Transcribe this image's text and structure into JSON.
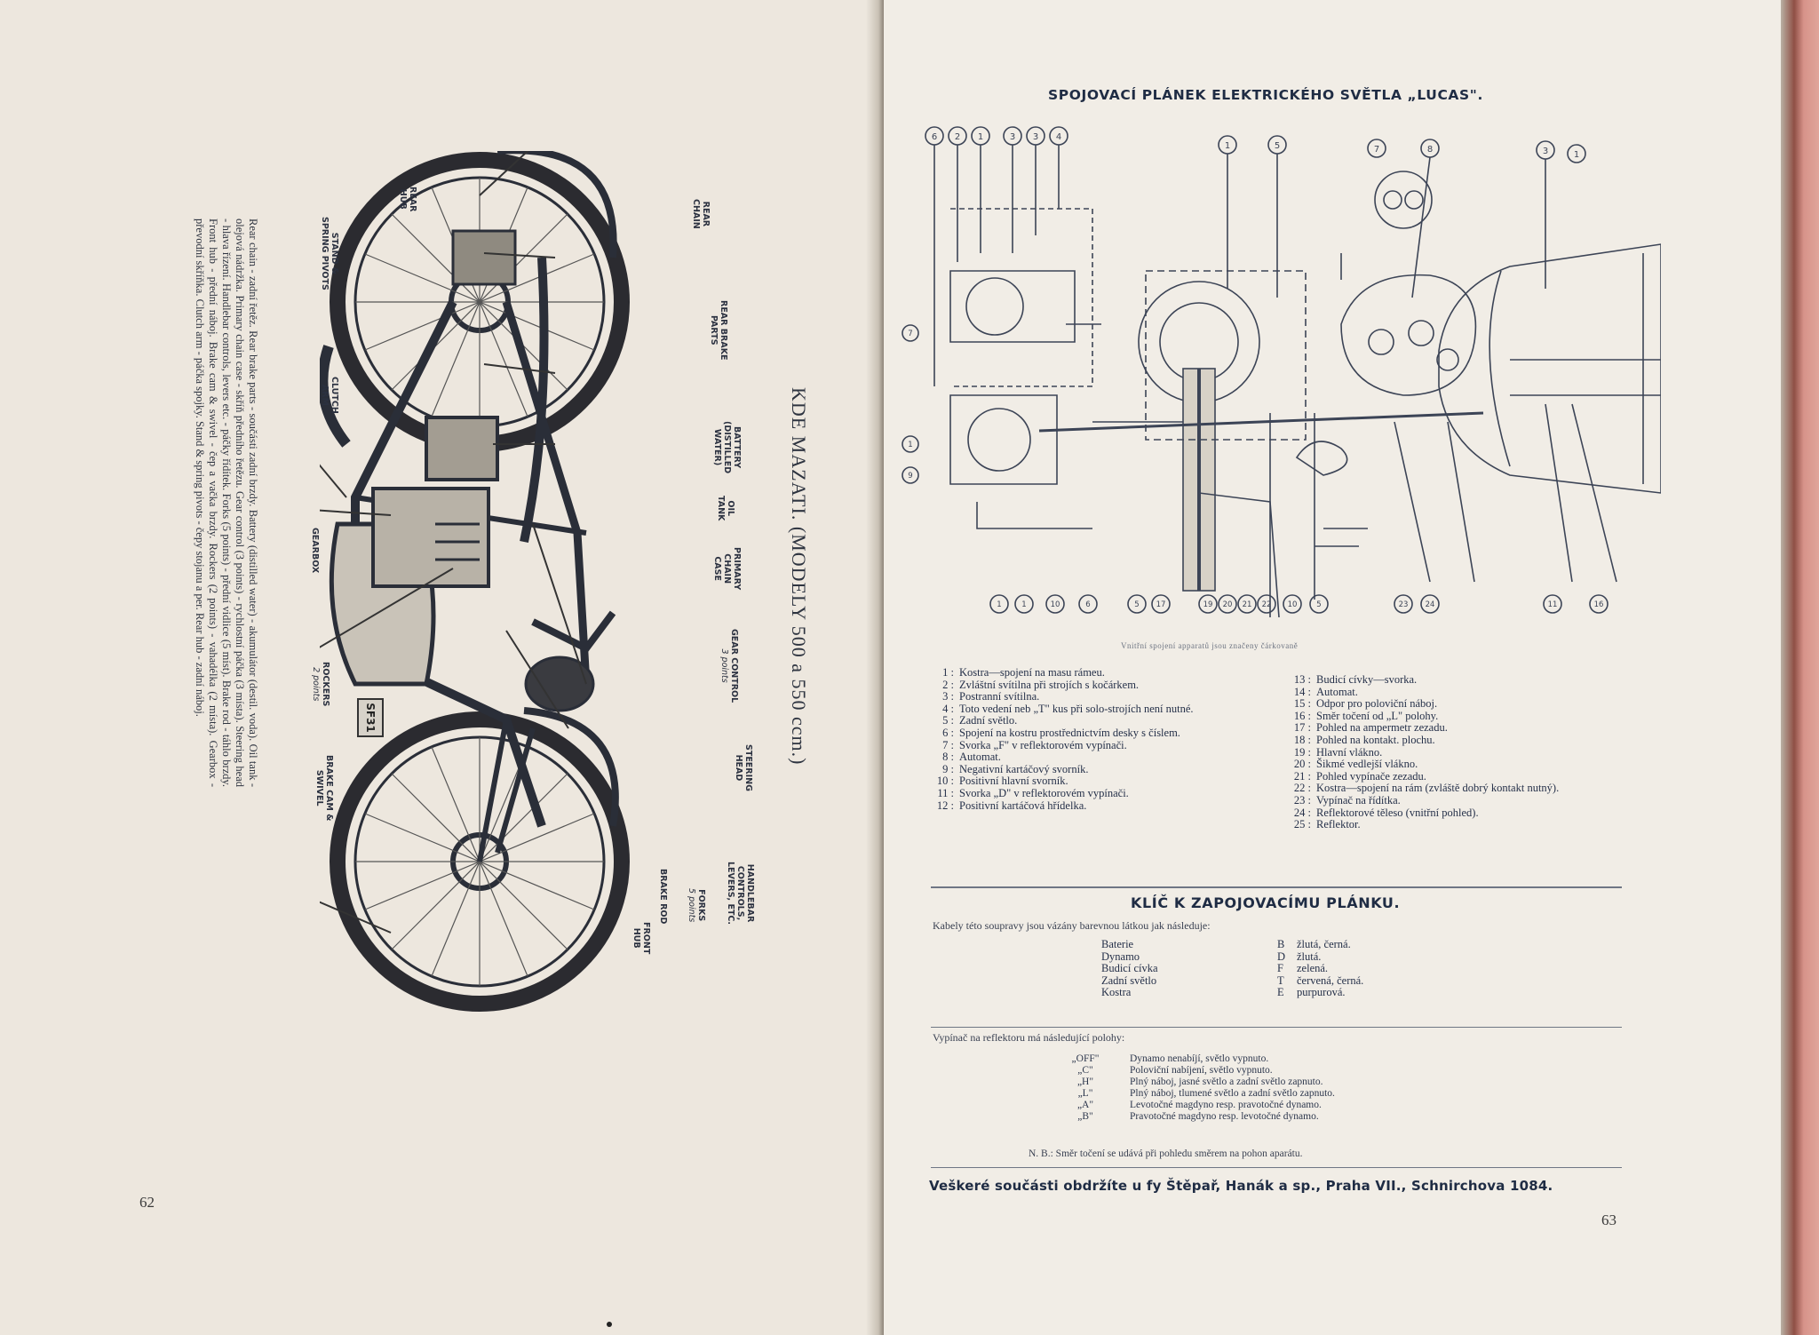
{
  "left_page": {
    "page_number": "62",
    "heading": "KDE MAZATI. (MODELY 500 a 550 ccm.)",
    "figure_badge": "SF31",
    "labels": {
      "rear_chain": "REAR\nCHAIN",
      "rear_hub": "REAR\nHUB",
      "stand_spring_pivots": "STAND &\nSPRING PIVOTS",
      "rear_brake_parts": "REAR BRAKE\nPARTS",
      "clutch_arm": "CLUTCH\nARM",
      "battery": "BATTERY\n(DISTILLED\nWATER)",
      "oil_tank": "OIL\nTANK",
      "gearbox": "GEARBOX",
      "primary_chain_case": "PRIMARY\nCHAIN\nCASE",
      "gear_control": "GEAR CONTROL",
      "gear_control_points": "3 points",
      "rockers": "ROCKERS",
      "rockers_points": "2 points",
      "steering_head": "STEERING\nHEAD",
      "brake_cam_swivel": "BRAKE CAM &\nSWIVEL",
      "handlebar_controls": "HANDLEBAR\nCONTROLS,\nLEVERS, ETC.",
      "forks": "FORKS",
      "forks_points": "5 points",
      "brake_rod": "BRAKE ROD",
      "front_hub": "FRONT\nHUB"
    },
    "caption": "Rear chain - zadní řetěz. Rear brake parts - součásti zadní brzdy. Battery (distilled water) - akumulátor (destil. voda). Oil tank - olejová nádržka. Primary chain case - skříň předního řetězu. Gear control (3 points) - rychlostní páčka (3 místa). Steering head - hlava řízení. Handlebar controls, levers etc. - páčky řídítek. Forks (5 points) - přední vidlice (5 míst). Brake rod - táhlo brzdy. Front hub - přední náboj. Brake cam & swivel - čep a vačka brzdy. Rockers (2 points) - vahadélka (2 místa). Gearbox - převodní skříňka. Clutch arm - páčka spojky. Stand & spring pivots - čepy stojanu a per. Rear hub - zadní náboj."
  },
  "right_page": {
    "page_number": "63",
    "title": "SPOJOVACÍ PLÁNEK ELEKTRICKÉHO SVĚTLA „LUCAS\".",
    "diagram_caption": "Vnitřní spojení apparatů jsou značeny čárkovaně",
    "diagram_top_labels": [
      "6",
      "2",
      "1",
      "3",
      "3",
      "4",
      "1",
      "5",
      "7",
      "8",
      "3",
      "1"
    ],
    "diagram_side_labels": [
      "7",
      "1",
      "9"
    ],
    "diagram_bottom_labels": [
      "1",
      "1",
      "10",
      "6",
      "5",
      "17",
      "19",
      "20",
      "21",
      "10",
      "5",
      "23",
      "24",
      "11",
      "16"
    ],
    "legend_left": [
      {
        "n": "1 :",
        "t": "Kostra—spojení na masu rámeu."
      },
      {
        "n": "2 :",
        "t": "Zvláštní svítilna při strojích s kočárkem."
      },
      {
        "n": "3 :",
        "t": "Postranní svítilna."
      },
      {
        "n": "4 :",
        "t": "Toto vedení neb „T\" kus při solo-strojích není nutné."
      },
      {
        "n": "5 :",
        "t": "Zadní světlo."
      },
      {
        "n": "6 :",
        "t": "Spojení na kostru prostřednictvím desky s číslem."
      },
      {
        "n": "7 :",
        "t": "Svorka „F\" v reflektorovém vypínači."
      },
      {
        "n": "8 :",
        "t": "Automat."
      },
      {
        "n": "9 :",
        "t": "Negativní kartáčový svorník."
      },
      {
        "n": "10 :",
        "t": "Positivní hlavní svorník."
      },
      {
        "n": "11 :",
        "t": "Svorka „D\" v reflektorovém vypínači."
      },
      {
        "n": "12 :",
        "t": "Positivní kartáčová hřídelka."
      }
    ],
    "legend_right": [
      {
        "n": "13 :",
        "t": "Budicí cívky—svorka."
      },
      {
        "n": "14 :",
        "t": "Automat."
      },
      {
        "n": "15 :",
        "t": "Odpor pro poloviční náboj."
      },
      {
        "n": "16 :",
        "t": "Směr točení od „L\" polohy."
      },
      {
        "n": "17 :",
        "t": "Pohled na ampermetr zezadu."
      },
      {
        "n": "18 :",
        "t": "Pohled na kontakt. plochu."
      },
      {
        "n": "19 :",
        "t": "Hlavní vlákno."
      },
      {
        "n": "20 :",
        "t": "Šikmé vedlejší vlákno."
      },
      {
        "n": "21 :",
        "t": "Pohled vypínače zezadu."
      },
      {
        "n": "22 :",
        "t": "Kostra—spojení na rám (zvláště dobrý kontakt nutný)."
      },
      {
        "n": "23 :",
        "t": "Vypínač na řídítka."
      },
      {
        "n": "24 :",
        "t": "Reflektorové těleso (vnitřní pohled)."
      },
      {
        "n": "25 :",
        "t": "Reflektor."
      }
    ],
    "key_title": "KLÍČ K ZAPOJOVACÍMU PLÁNKU.",
    "key_intro": "Kabely této soupravy jsou vázány barevnou látkou jak následuje:",
    "cable_colors": [
      {
        "name": "Baterie",
        "code": "B",
        "color": "žlutá, černá."
      },
      {
        "name": "Dynamo",
        "code": "D",
        "color": "žlutá."
      },
      {
        "name": "Budicí cívka",
        "code": "F",
        "color": "zelená."
      },
      {
        "name": "Zadní světlo",
        "code": "T",
        "color": "červená, černá."
      },
      {
        "name": "Kostra",
        "code": "E",
        "color": "purpurová."
      }
    ],
    "switch_intro": "Vypínač na reflektoru má následující polohy:",
    "switch_positions": [
      {
        "pos": "„OFF\"",
        "desc": "Dynamo nenabíjí, světlo vypnuto."
      },
      {
        "pos": "„C\"",
        "desc": "Poloviční nabíjení, světlo vypnuto."
      },
      {
        "pos": "„H\"",
        "desc": "Plný náboj, jasné světlo a zadní světlo zapnuto."
      },
      {
        "pos": "„L\"",
        "desc": "Plný náboj, tlumené světlo a zadní světlo zapnuto."
      },
      {
        "pos": "„A\"",
        "desc": "Levotočné magdyno resp. pravotočné dynamo."
      },
      {
        "pos": "„B\"",
        "desc": "Pravotočné magdyno resp. levotočné dynamo."
      }
    ],
    "switch_note": "N. B.: Směr točení se udává při pohledu směrem na pohon aparátu.",
    "footer": "Veškeré součásti obdržíte u fy Štěpař, Hanák a sp., Praha VII., Schnirchova 1084."
  }
}
